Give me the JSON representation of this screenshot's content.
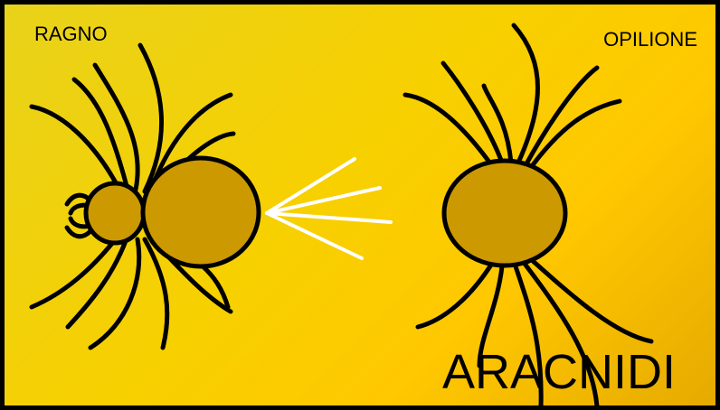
{
  "labels": {
    "spider": "RAGNO",
    "harvestman": "OPILIONE",
    "title": "ARACNIDI"
  },
  "colors": {
    "background_start": "#e8d21a",
    "background_end": "#e6aa00",
    "body_fill": "#cc9900",
    "outline": "#000000",
    "connector": "#ffffff"
  }
}
